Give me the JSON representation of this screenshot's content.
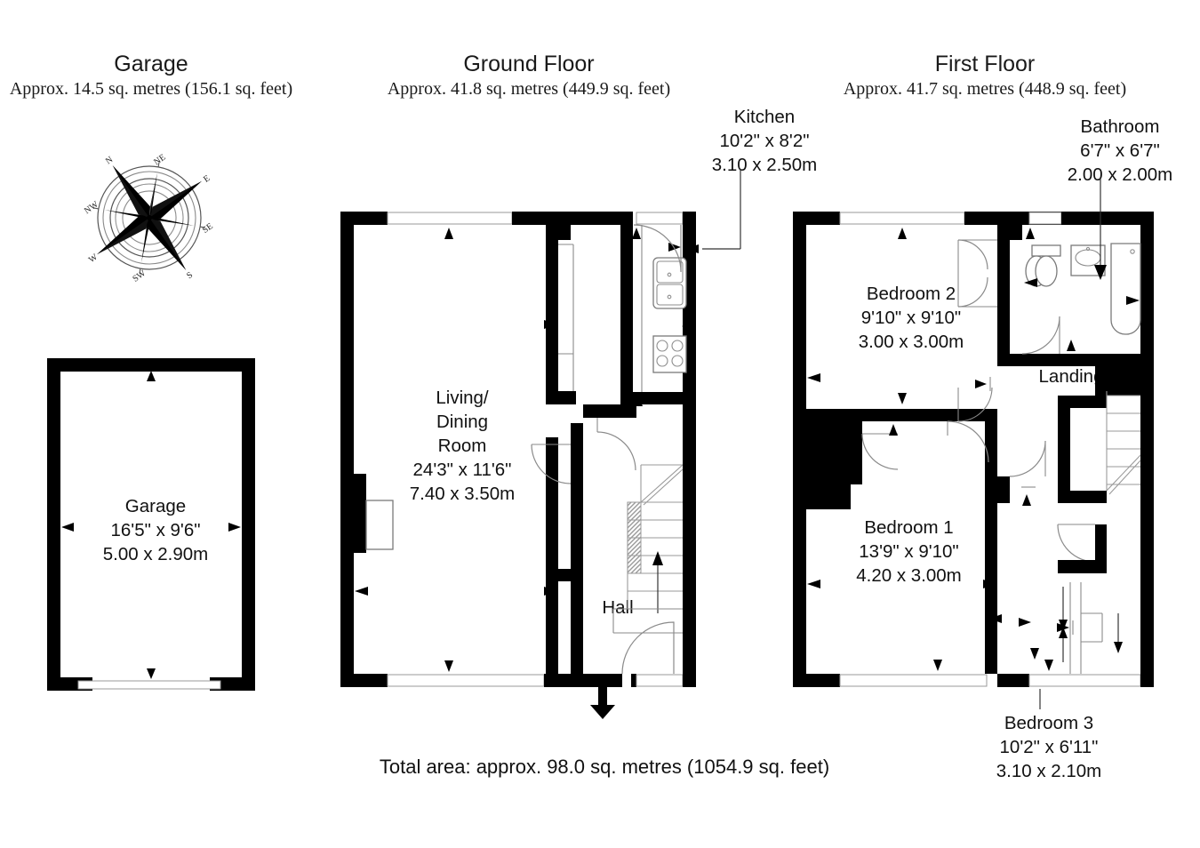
{
  "document": {
    "type": "floor-plan",
    "total_area_text": "Total area: approx. 98.0 sq. metres (1054.9 sq. feet)"
  },
  "plans": [
    {
      "id": "garage",
      "title": "Garage",
      "subtitle": "Approx. 14.5 sq. metres (156.1 sq. feet)"
    },
    {
      "id": "ground-floor",
      "title": "Ground Floor",
      "subtitle": "Approx. 41.8 sq. metres (449.9 sq. feet)"
    },
    {
      "id": "first-floor",
      "title": "First Floor",
      "subtitle": "Approx. 41.7 sq. metres (448.9 sq. feet)"
    }
  ],
  "rooms": {
    "garage": {
      "name": "Garage",
      "imperial": "16'5\" x 9'6\"",
      "metric": "5.00 x 2.90m"
    },
    "living_dining": {
      "name_line1": "Living/",
      "name_line2": "Dining",
      "name_line3": "Room",
      "imperial": "24'3\" x 11'6\"",
      "metric": "7.40 x 3.50m"
    },
    "kitchen": {
      "name": "Kitchen",
      "imperial": "10'2\" x 8'2\"",
      "metric": "3.10 x 2.50m"
    },
    "hall": {
      "name": "Hall"
    },
    "bedroom2": {
      "name": "Bedroom 2",
      "imperial": "9'10\" x 9'10\"",
      "metric": "3.00 x 3.00m"
    },
    "bedroom1": {
      "name": "Bedroom 1",
      "imperial": "13'9\" x 9'10\"",
      "metric": "4.20 x 3.00m"
    },
    "bedroom3": {
      "name": "Bedroom 3",
      "imperial": "10'2\" x 6'11\"",
      "metric": "3.10 x 2.10m"
    },
    "bathroom": {
      "name": "Bathroom",
      "imperial": "6'7\" x 6'7\"",
      "metric": "2.00 x 2.00m"
    },
    "landing": {
      "name": "Landing"
    }
  },
  "compass": {
    "name": "compass-rose",
    "cardinal_marks": [
      "N",
      "NE",
      "E",
      "SE",
      "S",
      "SW",
      "W",
      "NW"
    ]
  },
  "colors": {
    "wall": "#000000",
    "background": "#ffffff",
    "line": "#8a8a8a",
    "text": "#111111"
  },
  "fixtures": [
    {
      "name": "kitchen-sink",
      "plan": "ground-floor"
    },
    {
      "name": "kitchen-hob",
      "plan": "ground-floor"
    },
    {
      "name": "staircase-up",
      "plan": "ground-floor"
    },
    {
      "name": "entrance-door-arrow",
      "plan": "ground-floor"
    },
    {
      "name": "toilet",
      "plan": "first-floor"
    },
    {
      "name": "washbasin",
      "plan": "first-floor"
    },
    {
      "name": "bathtub",
      "plan": "first-floor"
    },
    {
      "name": "staircase-down",
      "plan": "first-floor"
    }
  ]
}
